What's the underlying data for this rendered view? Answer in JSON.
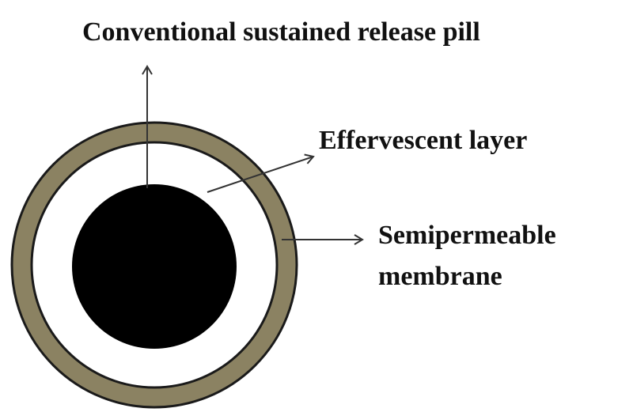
{
  "diagram": {
    "labels": {
      "pill": "Conventional sustained release pill",
      "effervescent": "Effervescent layer",
      "membrane_line1": "Semipermeable",
      "membrane_line2": "membrane"
    },
    "colors": {
      "membrane": "#8b8262",
      "core": "#000000",
      "effervescent_layer": "#ffffff",
      "line": "#333333"
    }
  }
}
